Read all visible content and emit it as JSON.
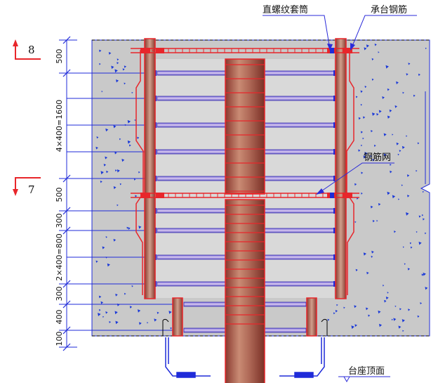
{
  "labels": {
    "coupler": "直螺纹套筒",
    "cap_rebar": "承台钢筋",
    "rebar_mesh": "钢筋网",
    "base_top": "台座顶面"
  },
  "section_marks": {
    "upper": "8",
    "lower": "7"
  },
  "dimensions": [
    "500",
    "4×400=1600",
    "500",
    "300",
    "2×400=800",
    "300",
    "400",
    "100"
  ],
  "colors": {
    "concrete": "#c9c9c9",
    "rebar": "#e8262b",
    "steel_column": "#9e4a3c",
    "bolt": "#1f2bd9",
    "leader": "#2b2bd9",
    "dim_line": "#1f2bd9",
    "aggregate": "#1a39d8"
  }
}
